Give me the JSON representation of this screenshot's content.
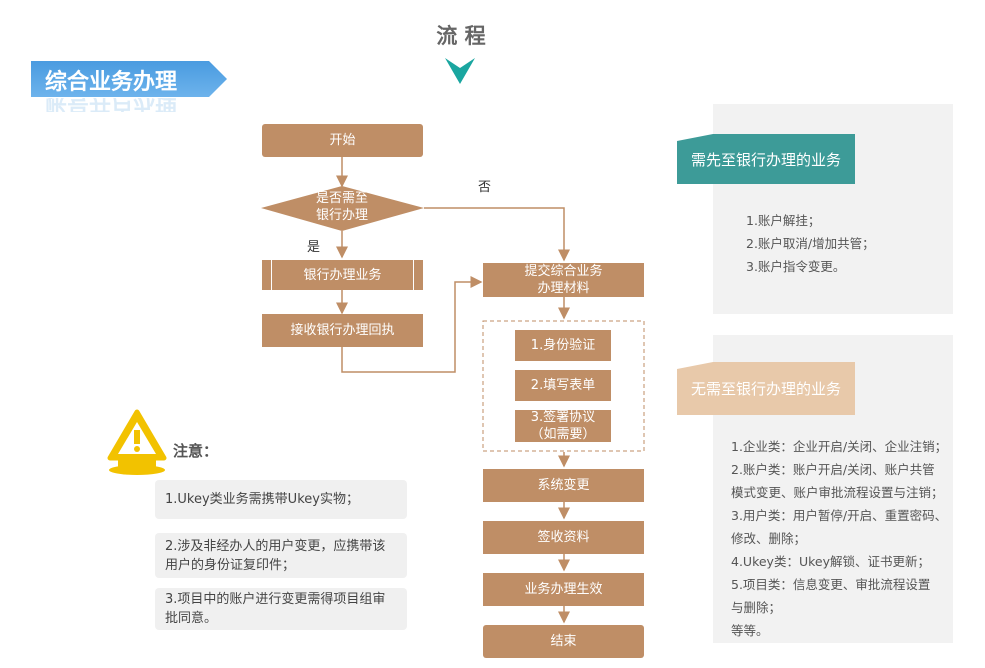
{
  "header": {
    "process_label": "流 程"
  },
  "banner": {
    "title": "综合业务办理",
    "reflection": "账号开户办理"
  },
  "flow": {
    "start": "开始",
    "decision": "是否需至\n银行办理",
    "yes_label": "是",
    "no_label": "否",
    "bank_process": "银行办理业务",
    "receive_receipt": "接收银行办理回执",
    "submit_materials": "提交综合业务\n办理材料",
    "step1": "1.身份验证",
    "step2": "2.填写表单",
    "step3": "3.签署协议\n（如需要）",
    "system_change": "系统变更",
    "sign_receive": "签收资料",
    "effective": "业务办理生效",
    "end": "结束"
  },
  "notice": {
    "title": "注意：",
    "items": [
      "1.Ukey类业务需携带Ukey实物；",
      "2.涉及非经办人的用户变更，应携带该用户的身份证复印件；",
      "3.项目中的账户进行变更需得项目组审批同意。"
    ]
  },
  "panel_bank": {
    "title": "需先至银行办理的业务",
    "items": [
      "1.账户解挂；",
      "2.账户取消/增加共管；",
      "3.账户指令变更。"
    ]
  },
  "panel_nobank": {
    "title": "无需至银行办理的业务",
    "items": [
      "1.企业类：企业开启/关闭、企业注销；",
      "2.账户类：账户开启/关闭、账户共管",
      "模式变更、账户审批流程设置与注销；",
      "3.用户类：用户暂停/开启、重置密码、",
      "修改、删除；",
      "4.Ukey类：Ukey解锁、证书更新；",
      "5.项目类：信息变更、审批流程设置",
      "与删除；",
      "等等。"
    ]
  },
  "colors": {
    "brown": "#bf8e66",
    "teal": "#3d9b98",
    "peach": "#e8c9aa",
    "blue": "#5aa6e0"
  }
}
